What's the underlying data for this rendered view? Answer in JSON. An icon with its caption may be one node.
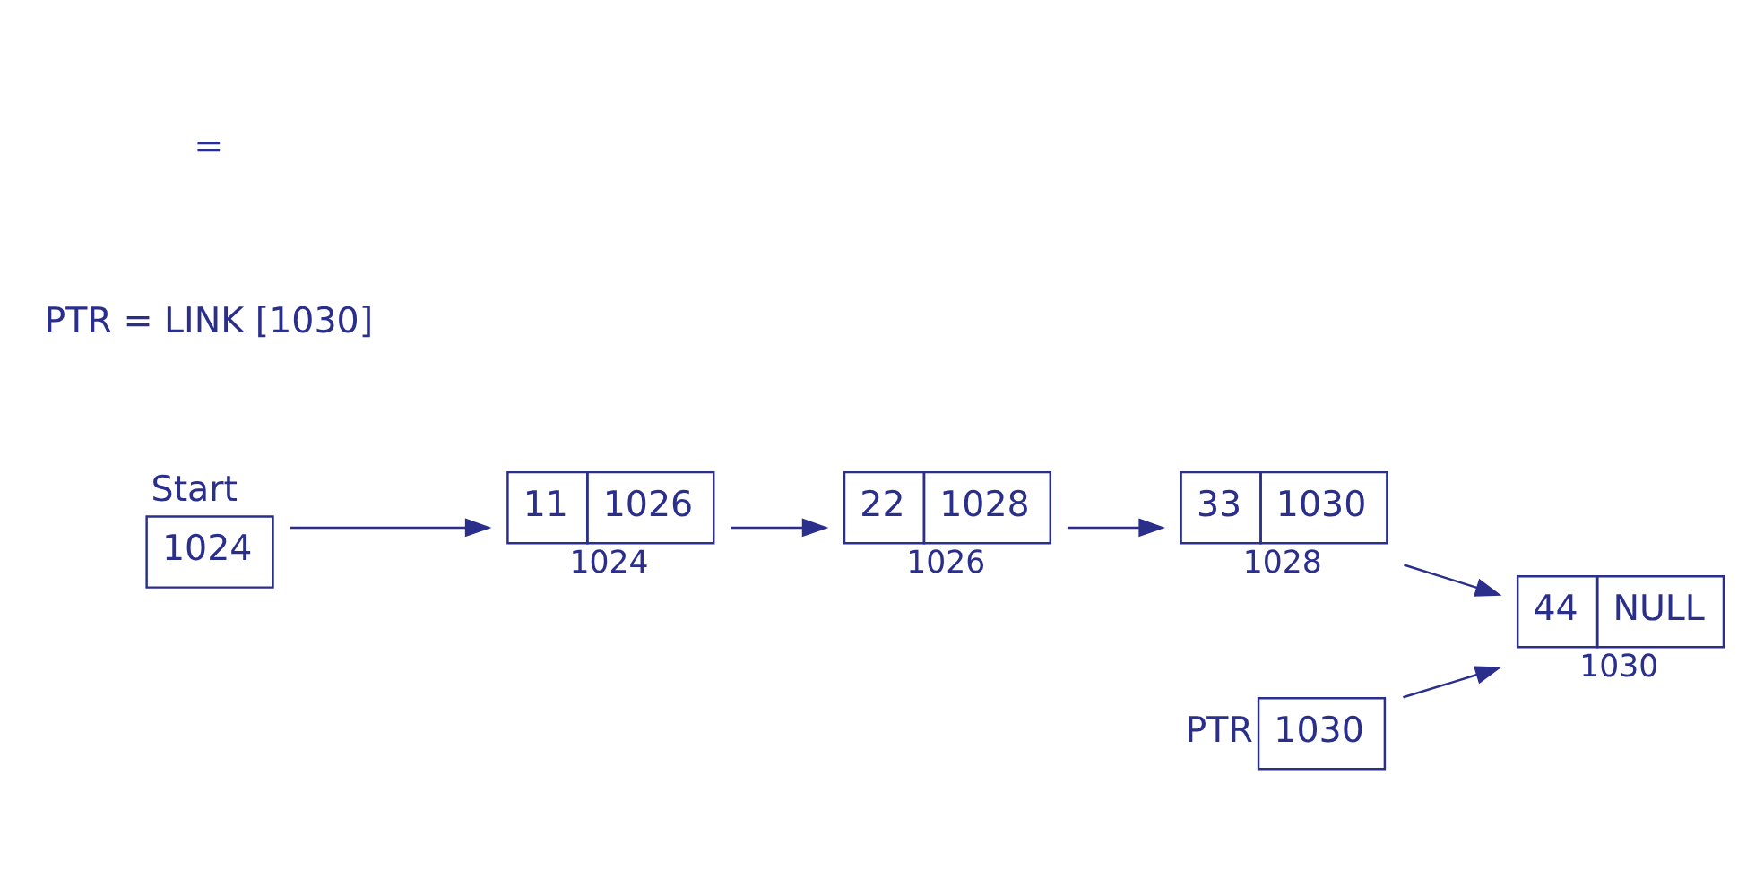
{
  "diagram": {
    "nodes": [
      {
        "text": [
          "Start",
          "1024"
        ]
      },
      {
        "text": [
          "11",
          "1026"
        ],
        "beside": [
          "1024"
        ]
      },
      {
        "text": [
          "22",
          "1028"
        ],
        "beside": [
          "1026"
        ]
      },
      {
        "text": [
          "33",
          "1030"
        ],
        "beside": [
          "1028"
        ]
      },
      {
        "text": [
          "44",
          "NULL"
        ],
        "beside": [
          "1030"
        ]
      },
      {
        "text": [
          "PTR",
          "1030"
        ]
      }
    ],
    "edges": [
      {
        "from": 0,
        "to": 1,
        "arrow": "to"
      },
      {
        "from": 1,
        "to": 2,
        "arrow": "to"
      },
      {
        "from": 2,
        "to": 3,
        "arrow": "to"
      },
      {
        "from": 3,
        "to": 4,
        "arrow": "to"
      },
      {
        "from": 5,
        "to": 4,
        "arrow": "to"
      }
    ],
    "labels": [
      "PTR = LINK [1030]",
      "="
    ]
  }
}
